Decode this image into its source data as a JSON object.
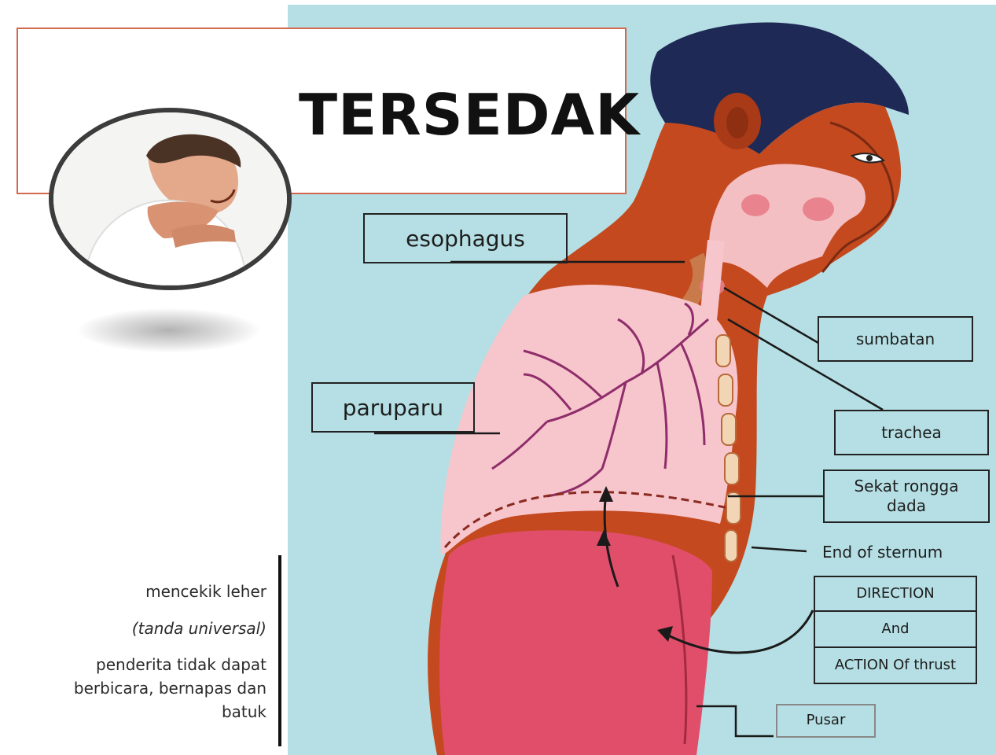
{
  "title": "TERSEDAK",
  "labels": {
    "esophagus": "esophagus",
    "paruparu": "paruparu",
    "sumbatan": "sumbatan",
    "trachea": "trachea",
    "sekat_line1": "Sekat rongga",
    "sekat_line2": "dada",
    "end_of_sternum": "End of sternum",
    "direction": "DIRECTION",
    "and": "And",
    "action": "ACTION Of thrust",
    "pusar": "Pusar"
  },
  "captions": {
    "line1": "mencekik leher",
    "line2": "(tanda universal)",
    "line3a": "penderita tidak dapat",
    "line3b": "berbicara, bernapas dan",
    "line3c": "batuk"
  },
  "colors": {
    "background_panel": "#b5dfe4",
    "skin": "#c4491f",
    "lung": "#f6c6cc",
    "stomach": "#e04e6a",
    "title_border": "#d2694f"
  }
}
